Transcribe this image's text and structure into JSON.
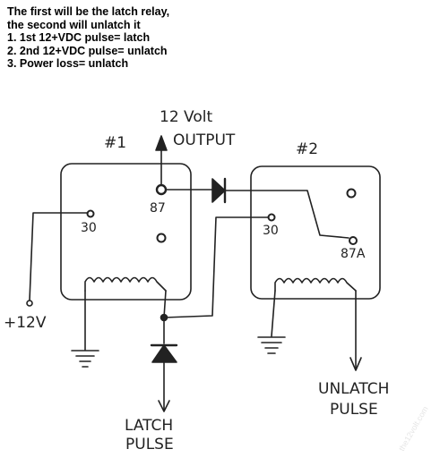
{
  "notes": [
    "The first will be the latch relay,",
    "the second will unlatch it",
    "1. 1st 12+VDC pulse= latch",
    "2. 2nd 12+VDC pulse= unlatch",
    "3. Power loss= unlatch"
  ],
  "labels": {
    "output_line1": "12 Volt",
    "output_line2": "OUTPUT",
    "relay1": "#1",
    "relay2": "#2",
    "pin_87": "87",
    "pin_30_relay1": "30",
    "pin_30_relay2": "30",
    "pin_87a": "87A",
    "plus12v": "+12V",
    "latch_line1": "LATCH",
    "latch_line2": "PULSE",
    "unlatch_line1": "UNLATCH",
    "unlatch_line2": "PULSE",
    "watermark": "the12volt.com"
  }
}
